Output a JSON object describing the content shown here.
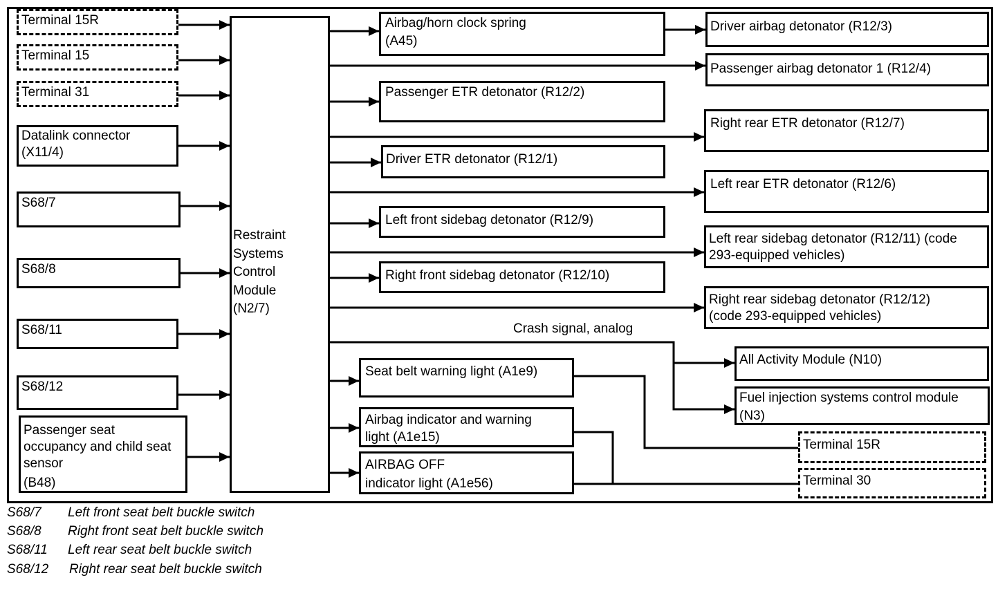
{
  "inputs": {
    "t15r": "Terminal 15R",
    "t15": "Terminal 15",
    "t31": "Terminal 31",
    "dlc_l1": "Datalink connector",
    "dlc_l2": "(X11/4)",
    "s687": "S68/7",
    "s688": "S68/8",
    "s6811": "S68/11",
    "s6812": "S68/12",
    "b48_l1": "Passenger seat",
    "b48_l2": "occupancy and child seat",
    "b48_l3": "sensor",
    "b48_l4": "(B48)"
  },
  "module": {
    "l1": "Restraint",
    "l2": "Systems",
    "l3": "Control",
    "l4": "Module",
    "l5": "(N2/7)"
  },
  "middle": {
    "a45_l1": "Airbag/horn clock spring",
    "a45_l2": "(A45)",
    "r122": "Passenger ETR detonator (R12/2)",
    "r121": "Driver ETR detonator (R12/1)",
    "r129": "Left front sidebag detonator (R12/9)",
    "r1210": "Right front sidebag detonator (R12/10)",
    "a1e9": "Seat belt warning light (A1e9)",
    "a1e15_l1": "Airbag indicator and warning",
    "a1e15_l2": "light (A1e15)",
    "a1e56_l1": "AIRBAG OFF",
    "a1e56_l2": "indicator light (A1e56)"
  },
  "outputs": {
    "r123": "Driver airbag detonator (R12/3)",
    "r124": "Passenger airbag detonator 1 (R12/4)",
    "r127": "Right rear ETR detonator (R12/7)",
    "r126": "Left rear ETR detonator (R12/6)",
    "r1211_l1": "Left rear sidebag detonator (R12/11) (code",
    "r1211_l2": "293-equipped vehicles)",
    "r1212_l1": "Right rear sidebag detonator (R12/12)",
    "r1212_l2": "(code 293-equipped vehicles)",
    "crash": "Crash signal, analog",
    "n10": "All Activity Module (N10)",
    "n3_l1": "Fuel injection systems control module",
    "n3_l2": "(N3)",
    "t15r": "Terminal 15R",
    "t30": "Terminal 30"
  },
  "legend": [
    {
      "code": "S68/7",
      "desc": "Left front seat belt buckle switch"
    },
    {
      "code": "S68/8",
      "desc": "Right front seat belt buckle switch"
    },
    {
      "code": "S68/11",
      "desc": "Left rear seat belt buckle switch"
    },
    {
      "code": "S68/12",
      "desc": "Right rear seat belt buckle switch"
    }
  ]
}
